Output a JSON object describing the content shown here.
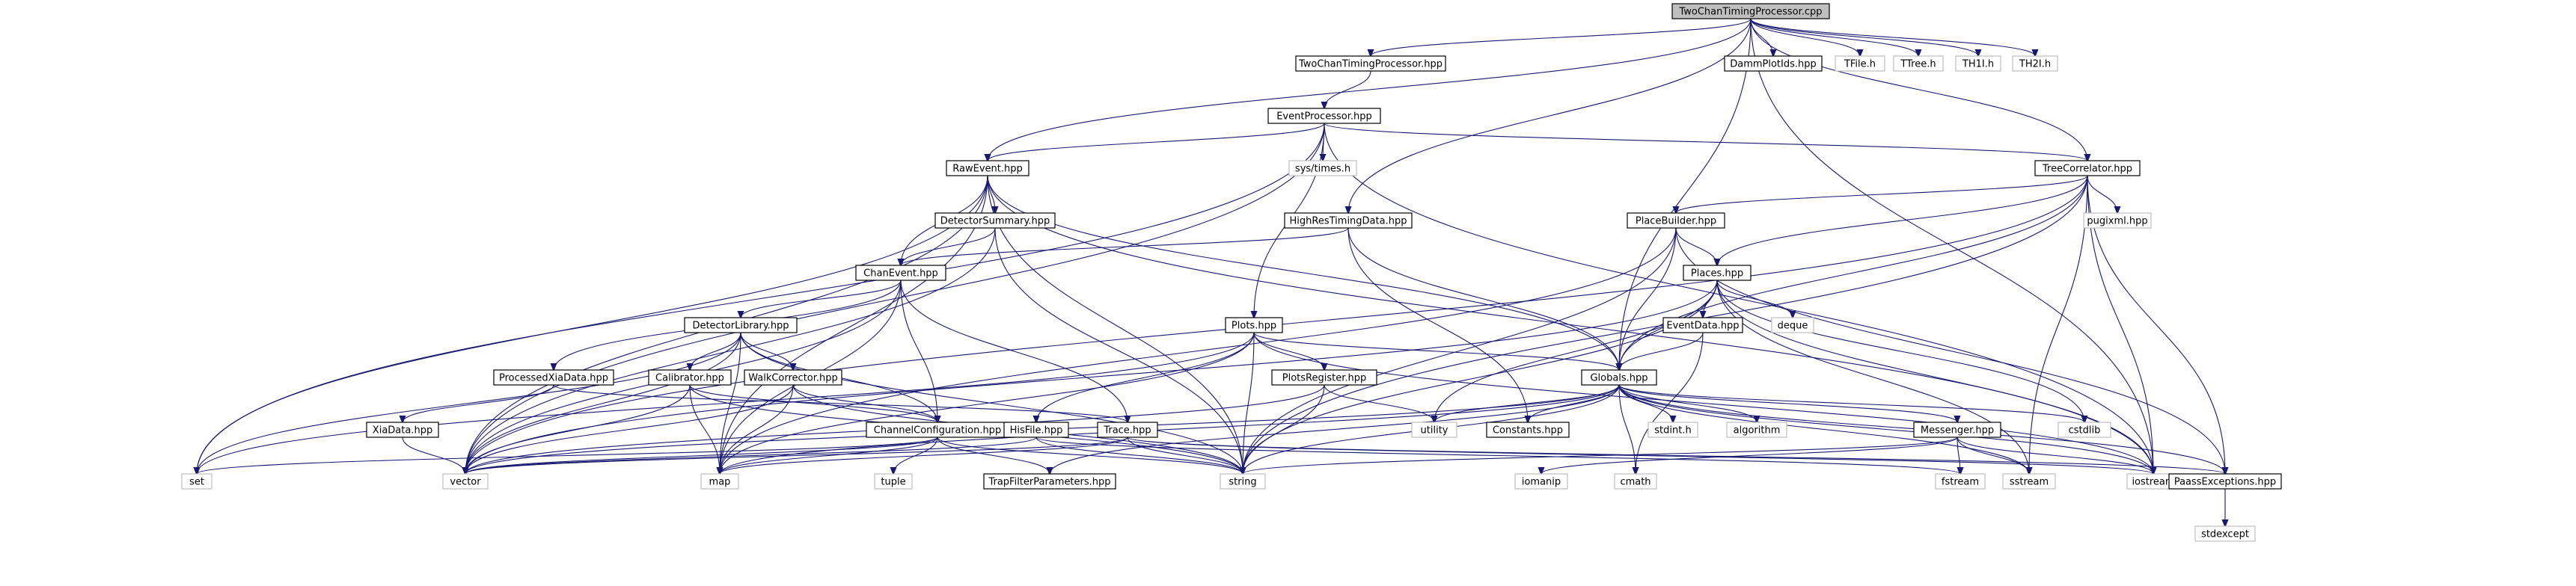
{
  "diagram": {
    "title": "",
    "nodes": [
      {
        "id": "TwoChanTimingProcessor.cpp",
        "kind": "root"
      },
      {
        "id": "TwoChanTimingProcessor.hpp",
        "kind": "doc"
      },
      {
        "id": "DammPlotIds.hpp",
        "kind": "doc"
      },
      {
        "id": "TFile.h",
        "kind": "ext"
      },
      {
        "id": "TTree.h",
        "kind": "ext"
      },
      {
        "id": "TH1I.h",
        "kind": "ext"
      },
      {
        "id": "TH2I.h",
        "kind": "ext"
      },
      {
        "id": "EventProcessor.hpp",
        "kind": "doc"
      },
      {
        "id": "sys/times.h",
        "kind": "ext"
      },
      {
        "id": "RawEvent.hpp",
        "kind": "doc"
      },
      {
        "id": "TreeCorrelator.hpp",
        "kind": "doc"
      },
      {
        "id": "pugixml.hpp",
        "kind": "ext"
      },
      {
        "id": "DetectorSummary.hpp",
        "kind": "doc"
      },
      {
        "id": "HighResTimingData.hpp",
        "kind": "doc"
      },
      {
        "id": "PlaceBuilder.hpp",
        "kind": "doc"
      },
      {
        "id": "ChanEvent.hpp",
        "kind": "doc"
      },
      {
        "id": "Places.hpp",
        "kind": "doc"
      },
      {
        "id": "DetectorLibrary.hpp",
        "kind": "doc"
      },
      {
        "id": "Plots.hpp",
        "kind": "doc"
      },
      {
        "id": "EventData.hpp",
        "kind": "doc"
      },
      {
        "id": "deque",
        "kind": "ext"
      },
      {
        "id": "ProcessedXiaData.hpp",
        "kind": "doc"
      },
      {
        "id": "Calibrator.hpp",
        "kind": "doc"
      },
      {
        "id": "WalkCorrector.hpp",
        "kind": "doc"
      },
      {
        "id": "PlotsRegister.hpp",
        "kind": "doc"
      },
      {
        "id": "Globals.hpp",
        "kind": "doc"
      },
      {
        "id": "XiaData.hpp",
        "kind": "doc"
      },
      {
        "id": "ChannelConfiguration.hpp",
        "kind": "doc"
      },
      {
        "id": "HisFile.hpp",
        "kind": "doc"
      },
      {
        "id": "Trace.hpp",
        "kind": "doc"
      },
      {
        "id": "utility",
        "kind": "ext"
      },
      {
        "id": "Constants.hpp",
        "kind": "doc"
      },
      {
        "id": "stdint.h",
        "kind": "ext"
      },
      {
        "id": "algorithm",
        "kind": "ext"
      },
      {
        "id": "Messenger.hpp",
        "kind": "doc"
      },
      {
        "id": "cstdlib",
        "kind": "ext"
      },
      {
        "id": "set",
        "kind": "ext"
      },
      {
        "id": "vector",
        "kind": "ext"
      },
      {
        "id": "map",
        "kind": "ext"
      },
      {
        "id": "tuple",
        "kind": "ext"
      },
      {
        "id": "TrapFilterParameters.hpp",
        "kind": "doc"
      },
      {
        "id": "string",
        "kind": "ext"
      },
      {
        "id": "iomanip",
        "kind": "ext"
      },
      {
        "id": "cmath",
        "kind": "ext"
      },
      {
        "id": "iostream",
        "kind": "ext"
      },
      {
        "id": "fstream",
        "kind": "ext"
      },
      {
        "id": "sstream",
        "kind": "ext"
      },
      {
        "id": "PaassExceptions.hpp",
        "kind": "doc"
      },
      {
        "id": "stdexcept",
        "kind": "ext"
      }
    ],
    "edges": [
      [
        "TwoChanTimingProcessor.cpp",
        "TwoChanTimingProcessor.hpp"
      ],
      [
        "TwoChanTimingProcessor.cpp",
        "DammPlotIds.hpp"
      ],
      [
        "TwoChanTimingProcessor.cpp",
        "TFile.h"
      ],
      [
        "TwoChanTimingProcessor.cpp",
        "TTree.h"
      ],
      [
        "TwoChanTimingProcessor.cpp",
        "TH1I.h"
      ],
      [
        "TwoChanTimingProcessor.cpp",
        "TH2I.h"
      ],
      [
        "TwoChanTimingProcessor.cpp",
        "RawEvent.hpp"
      ],
      [
        "TwoChanTimingProcessor.cpp",
        "HighResTimingData.hpp"
      ],
      [
        "TwoChanTimingProcessor.cpp",
        "Globals.hpp"
      ],
      [
        "TwoChanTimingProcessor.cpp",
        "TreeCorrelator.hpp"
      ],
      [
        "TwoChanTimingProcessor.cpp",
        "iostream"
      ],
      [
        "TwoChanTimingProcessor.hpp",
        "EventProcessor.hpp"
      ],
      [
        "EventProcessor.hpp",
        "sys/times.h"
      ],
      [
        "EventProcessor.hpp",
        "RawEvent.hpp"
      ],
      [
        "EventProcessor.hpp",
        "TreeCorrelator.hpp"
      ],
      [
        "EventProcessor.hpp",
        "Plots.hpp"
      ],
      [
        "EventProcessor.hpp",
        "set"
      ],
      [
        "EventProcessor.hpp",
        "vector"
      ],
      [
        "EventProcessor.hpp",
        "iostream"
      ],
      [
        "RawEvent.hpp",
        "DetectorSummary.hpp"
      ],
      [
        "RawEvent.hpp",
        "ChanEvent.hpp"
      ],
      [
        "RawEvent.hpp",
        "Globals.hpp"
      ],
      [
        "RawEvent.hpp",
        "set"
      ],
      [
        "RawEvent.hpp",
        "vector"
      ],
      [
        "RawEvent.hpp",
        "map"
      ],
      [
        "RawEvent.hpp",
        "string"
      ],
      [
        "RawEvent.hpp",
        "iostream"
      ],
      [
        "TreeCorrelator.hpp",
        "pugixml.hpp"
      ],
      [
        "TreeCorrelator.hpp",
        "PlaceBuilder.hpp"
      ],
      [
        "TreeCorrelator.hpp",
        "Places.hpp"
      ],
      [
        "TreeCorrelator.hpp",
        "Globals.hpp"
      ],
      [
        "TreeCorrelator.hpp",
        "PaassExceptions.hpp"
      ],
      [
        "TreeCorrelator.hpp",
        "string"
      ],
      [
        "TreeCorrelator.hpp",
        "vector"
      ],
      [
        "TreeCorrelator.hpp",
        "iostream"
      ],
      [
        "TreeCorrelator.hpp",
        "sstream"
      ],
      [
        "DetectorSummary.hpp",
        "ChanEvent.hpp"
      ],
      [
        "DetectorSummary.hpp",
        "vector"
      ],
      [
        "DetectorSummary.hpp",
        "string"
      ],
      [
        "HighResTimingData.hpp",
        "ChanEvent.hpp"
      ],
      [
        "HighResTimingData.hpp",
        "Globals.hpp"
      ],
      [
        "HighResTimingData.hpp",
        "Constants.hpp"
      ],
      [
        "PlaceBuilder.hpp",
        "Places.hpp"
      ],
      [
        "PlaceBuilder.hpp",
        "Globals.hpp"
      ],
      [
        "PlaceBuilder.hpp",
        "PaassExceptions.hpp"
      ],
      [
        "PlaceBuilder.hpp",
        "map"
      ],
      [
        "PlaceBuilder.hpp",
        "string"
      ],
      [
        "ChanEvent.hpp",
        "DetectorLibrary.hpp"
      ],
      [
        "ChanEvent.hpp",
        "ProcessedXiaData.hpp"
      ],
      [
        "ChanEvent.hpp",
        "ChannelConfiguration.hpp"
      ],
      [
        "ChanEvent.hpp",
        "Trace.hpp"
      ],
      [
        "ChanEvent.hpp",
        "vector"
      ],
      [
        "ChanEvent.hpp",
        "map"
      ],
      [
        "Places.hpp",
        "EventData.hpp"
      ],
      [
        "Places.hpp",
        "deque"
      ],
      [
        "Places.hpp",
        "Globals.hpp"
      ],
      [
        "Places.hpp",
        "utility"
      ],
      [
        "Places.hpp",
        "cstdlib"
      ],
      [
        "Places.hpp",
        "iostream"
      ],
      [
        "Places.hpp",
        "vector"
      ],
      [
        "Places.hpp",
        "string"
      ],
      [
        "Places.hpp",
        "sstream"
      ],
      [
        "DetectorLibrary.hpp",
        "Calibrator.hpp"
      ],
      [
        "DetectorLibrary.hpp",
        "WalkCorrector.hpp"
      ],
      [
        "DetectorLibrary.hpp",
        "ChannelConfiguration.hpp"
      ],
      [
        "DetectorLibrary.hpp",
        "set"
      ],
      [
        "DetectorLibrary.hpp",
        "vector"
      ],
      [
        "DetectorLibrary.hpp",
        "map"
      ],
      [
        "DetectorLibrary.hpp",
        "string"
      ],
      [
        "Plots.hpp",
        "PlotsRegister.hpp"
      ],
      [
        "Plots.hpp",
        "HisFile.hpp"
      ],
      [
        "Plots.hpp",
        "Globals.hpp"
      ],
      [
        "Plots.hpp",
        "string"
      ],
      [
        "Plots.hpp",
        "set"
      ],
      [
        "Plots.hpp",
        "map"
      ],
      [
        "Plots.hpp",
        "iostream"
      ],
      [
        "EventData.hpp",
        "Globals.hpp"
      ],
      [
        "EventData.hpp",
        "cmath"
      ],
      [
        "ProcessedXiaData.hpp",
        "XiaData.hpp"
      ],
      [
        "ProcessedXiaData.hpp",
        "Trace.hpp"
      ],
      [
        "XiaData.hpp",
        "vector"
      ],
      [
        "Calibrator.hpp",
        "ChannelConfiguration.hpp"
      ],
      [
        "Calibrator.hpp",
        "vector"
      ],
      [
        "Calibrator.hpp",
        "map"
      ],
      [
        "Calibrator.hpp",
        "string"
      ],
      [
        "WalkCorrector.hpp",
        "ChannelConfiguration.hpp"
      ],
      [
        "WalkCorrector.hpp",
        "vector"
      ],
      [
        "WalkCorrector.hpp",
        "map"
      ],
      [
        "WalkCorrector.hpp",
        "string"
      ],
      [
        "PlotsRegister.hpp",
        "utility"
      ],
      [
        "PlotsRegister.hpp",
        "vector"
      ],
      [
        "PlotsRegister.hpp",
        "string"
      ],
      [
        "Globals.hpp",
        "utility"
      ],
      [
        "Globals.hpp",
        "Constants.hpp"
      ],
      [
        "Globals.hpp",
        "stdint.h"
      ],
      [
        "Globals.hpp",
        "algorithm"
      ],
      [
        "Globals.hpp",
        "Messenger.hpp"
      ],
      [
        "Globals.hpp",
        "cstdlib"
      ],
      [
        "Globals.hpp",
        "PaassExceptions.hpp"
      ],
      [
        "Globals.hpp",
        "TrapFilterParameters.hpp"
      ],
      [
        "Globals.hpp",
        "vector"
      ],
      [
        "Globals.hpp",
        "map"
      ],
      [
        "Globals.hpp",
        "string"
      ],
      [
        "Globals.hpp",
        "iostream"
      ],
      [
        "Globals.hpp",
        "sstream"
      ],
      [
        "Globals.hpp",
        "cmath"
      ],
      [
        "ChannelConfiguration.hpp",
        "TrapFilterParameters.hpp"
      ],
      [
        "ChannelConfiguration.hpp",
        "tuple"
      ],
      [
        "ChannelConfiguration.hpp",
        "set"
      ],
      [
        "ChannelConfiguration.hpp",
        "vector"
      ],
      [
        "ChannelConfiguration.hpp",
        "map"
      ],
      [
        "ChannelConfiguration.hpp",
        "string"
      ],
      [
        "HisFile.hpp",
        "vector"
      ],
      [
        "HisFile.hpp",
        "string"
      ],
      [
        "HisFile.hpp",
        "fstream"
      ],
      [
        "Trace.hpp",
        "vector"
      ],
      [
        "Trace.hpp",
        "map"
      ],
      [
        "Trace.hpp",
        "string"
      ],
      [
        "Trace.hpp",
        "iostream"
      ],
      [
        "Trace.hpp",
        "PaassExceptions.hpp"
      ],
      [
        "Messenger.hpp",
        "iomanip"
      ],
      [
        "Messenger.hpp",
        "iostream"
      ],
      [
        "Messenger.hpp",
        "fstream"
      ],
      [
        "Messenger.hpp",
        "sstream"
      ],
      [
        "Messenger.hpp",
        "string"
      ],
      [
        "PaassExceptions.hpp",
        "stdexcept"
      ]
    ]
  }
}
